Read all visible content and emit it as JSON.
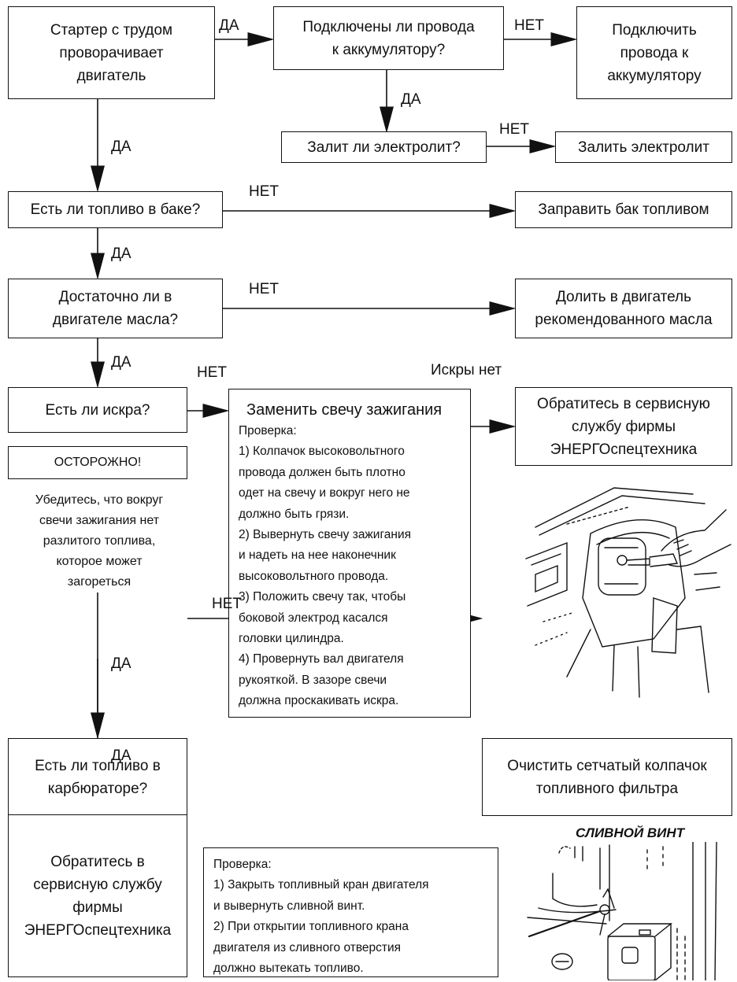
{
  "nodes": {
    "starter": "Стартер с трудом\nпроворачивает\nдвигатель",
    "wires_connected": "Подключены ли провода\nк аккумулятору?",
    "connect_wires": "Подключить\nпровода к\nаккумулятору",
    "electrolyte_filled": "Залит ли электролит?",
    "fill_electrolyte": "Залить электролит",
    "fuel_in_tank": "Есть ли топливо в баке?",
    "refuel_tank": "Заправить бак топливом",
    "oil_enough": "Достаточно ли в\nдвигателе масла?",
    "add_oil": "Долить в двигатель\nрекомендованного масла",
    "spark": "Есть ли искра?",
    "service_1": "Обратитесь в сервисную\nслужбу фирмы\nЭНЕРГОспецтехника",
    "fuel_in_carb": "Есть ли топливо в\nкарбюраторе?",
    "clean_filter": "Очистить сетчатый колпачок\nтопливного фильтра",
    "service_2": "Обратитесь в\nсервисную службу\nфирмы\nЭНЕРГОспецтехника"
  },
  "spark_check": {
    "title": "Заменить свечу зажигания",
    "lines": [
      "Проверка:",
      "1) Колпачок высоковольтного",
      "провода должен быть плотно",
      "одет на свечу и вокруг него не",
      "должно быть грязи.",
      "2) Выверну­ть свечу зажигания",
      "и надеть на нее наконечник",
      "высоковольтного провода.",
      "3) Положить свечу так, чтобы",
      "боковой электрод касался",
      "головки цилиндра.",
      "4) Провернуть вал двигателя",
      "рукояткой. В зазоре свечи",
      "должна проскакивать искра."
    ]
  },
  "carb_check": {
    "lines": [
      "Проверка:",
      "1) Закрыть топливный кран двигателя",
      "и выверну­ть сливной винт.",
      "2) При открытии топливного крана",
      "двигателя из сливного отверстия",
      "должно вытекать топливо."
    ]
  },
  "caution": {
    "title": "ОСТОРОЖНО!",
    "text": "Убедитесь, что вокруг\nсвечи зажигания нет\nразлитого топлива,\nкоторое может\nзагореться"
  },
  "labels": {
    "yes": "ДА",
    "no": "НЕТ",
    "no_spark": "Искры нет",
    "drain_screw": "СЛИВНОЙ ВИНТ"
  }
}
